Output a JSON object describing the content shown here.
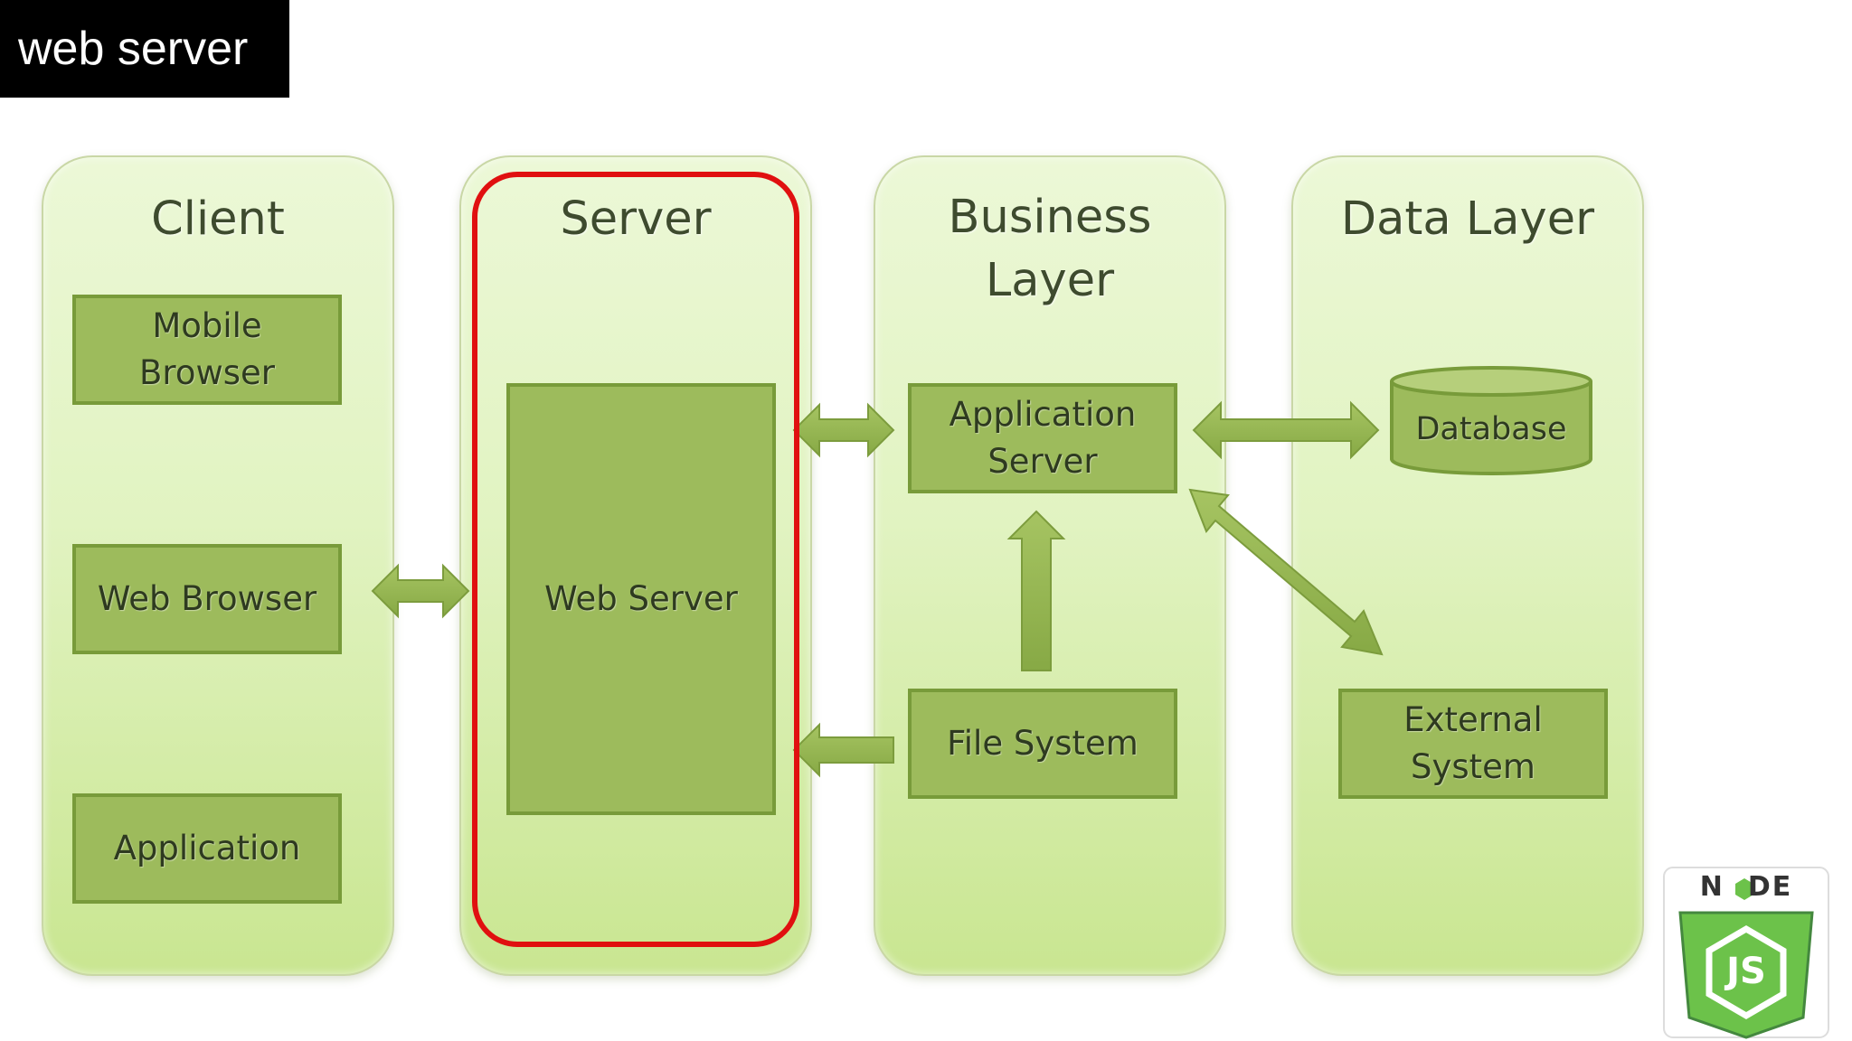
{
  "title": "web server",
  "lanes": {
    "client": {
      "title": "Client"
    },
    "server": {
      "title": "Server"
    },
    "business": {
      "title": "Business\nLayer"
    },
    "data": {
      "title": "Data Layer"
    }
  },
  "boxes": {
    "mobile_browser": "Mobile\nBrowser",
    "web_browser": "Web Browser",
    "application": "Application",
    "web_server": "Web Server",
    "application_server": "Application\nServer",
    "file_system": "File System",
    "database": "Database",
    "external_system": "External\nSystem"
  },
  "logo": {
    "text_left": "N",
    "text_right": "DE",
    "badge": "JS",
    "green": "#6cc24a",
    "dark_green": "#44883e"
  },
  "colors": {
    "box_fill": "#9dbb5c",
    "box_border": "#789b3a",
    "arrow_fill": "#8fb24c",
    "highlight": "#e01010",
    "title_bg": "#000000"
  }
}
